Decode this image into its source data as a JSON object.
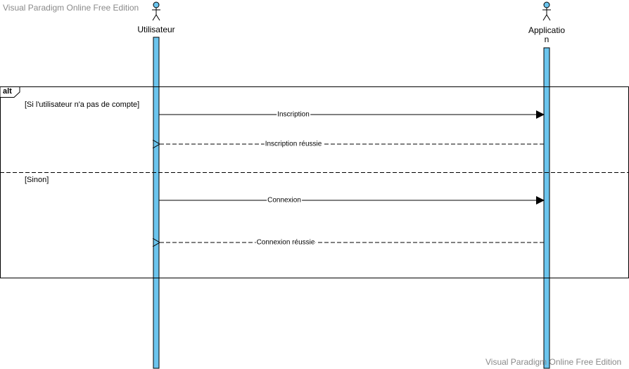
{
  "watermark": {
    "top_left": "Visual Paradigm Online Free Edition",
    "bottom_right": "Visual Paradigm Online Free Edition"
  },
  "actors": [
    {
      "name_line1": "Utilisateur",
      "name_line2": "",
      "icon": "stick-figure-icon"
    },
    {
      "name_line1": "Applicatio",
      "name_line2": "n",
      "icon": "stick-figure-icon"
    }
  ],
  "fragment": {
    "operator": "alt",
    "operands": [
      {
        "guard": "[Si l'utilisateur n'a pas de compte]"
      },
      {
        "guard": "[Sinon]"
      }
    ]
  },
  "messages": [
    {
      "label": "Inscription",
      "kind": "synchronous"
    },
    {
      "label": "Inscription réussie",
      "kind": "return"
    },
    {
      "label": "Connexion",
      "kind": "synchronous"
    },
    {
      "label": "Connexion réussie",
      "kind": "return"
    }
  ],
  "colors": {
    "activation_fill": "#6bc5ee",
    "actor_head_fill": "#6bc5ee",
    "line": "#000000",
    "watermark": "#8a8a8a"
  }
}
